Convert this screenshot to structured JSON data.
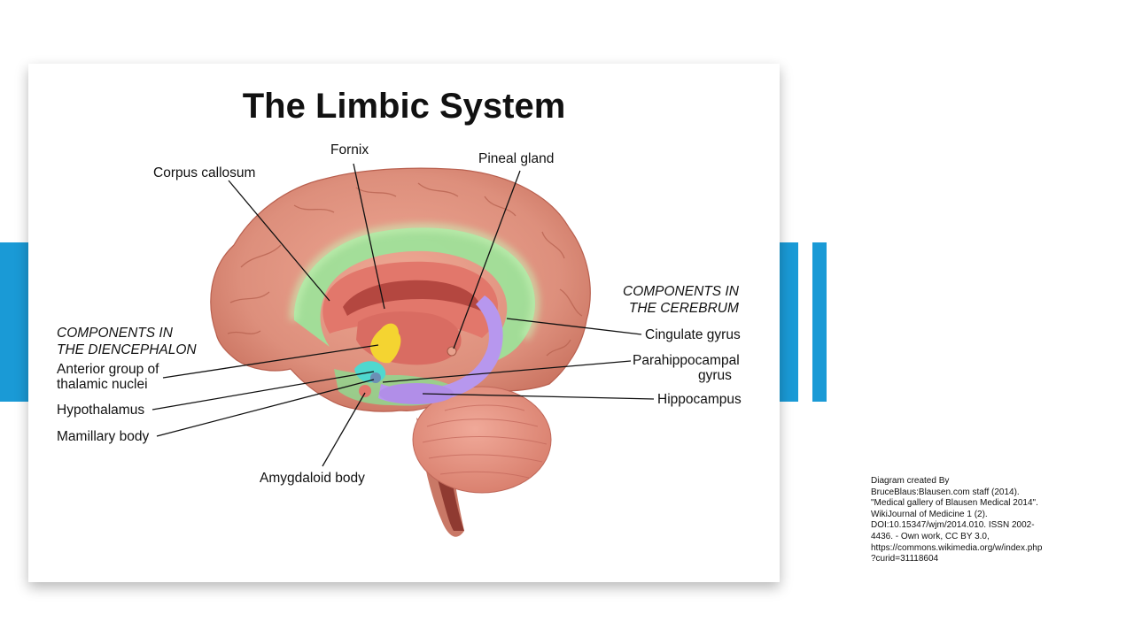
{
  "title": "The Limbic System",
  "section_labels": {
    "diencephalon": "COMPONENTS IN\nTHE DIENCEPHALON",
    "cerebrum": "COMPONENTS IN\nTHE CEREBRUM"
  },
  "labels": {
    "fornix": "Fornix",
    "pineal_gland": "Pineal gland",
    "corpus_callosum": "Corpus callosum",
    "anterior_group_line1": "Anterior group of",
    "anterior_group_line2": "thalamic nuclei",
    "hypothalamus": "Hypothalamus",
    "mamillary_body": "Mamillary body",
    "amygdaloid_body": "Amygdaloid body",
    "cingulate_gyrus": "Cingulate gyrus",
    "parahippocampal_line1": "Parahippocampal",
    "parahippocampal_line2": "gyrus",
    "hippocampus": "Hippocampus"
  },
  "caption_lines": [
    "Diagram created  By",
    "BruceBlaus:Blausen.com staff (2014).",
    "\"Medical gallery of Blausen Medical 2014\".",
    "WikiJournal of Medicine 1 (2).",
    "DOI:10.15347/wjm/2014.010. ISSN 2002-",
    "4436. - Own work, CC BY 3.0,",
    "https://commons.wikimedia.org/w/index.php",
    "?curid=31118604"
  ],
  "colors": {
    "accent_bar": "#1a9ad6",
    "cortex": "#dd8f7c",
    "cingulate": "#9be49a",
    "hippocampus": "#b797ee",
    "thalamic_nuclei": "#f4d431",
    "hypothalamus": "#4fd8cf"
  }
}
